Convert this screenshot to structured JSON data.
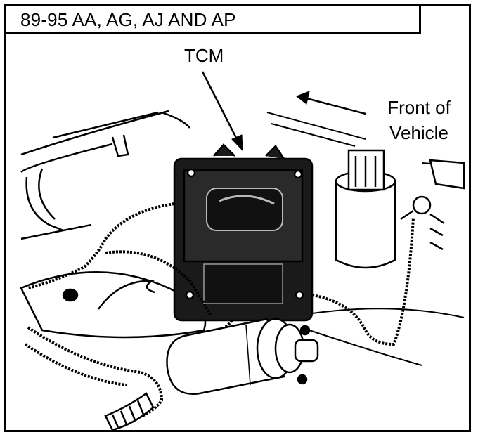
{
  "header": {
    "title": "89-95 AA, AG, AJ AND AP"
  },
  "labels": {
    "tcm": "TCM",
    "front_line1": "Front of",
    "front_line2": "Vehicle"
  },
  "colors": {
    "ink": "#000000",
    "paper": "#ffffff",
    "component": "#1a1a1a"
  }
}
